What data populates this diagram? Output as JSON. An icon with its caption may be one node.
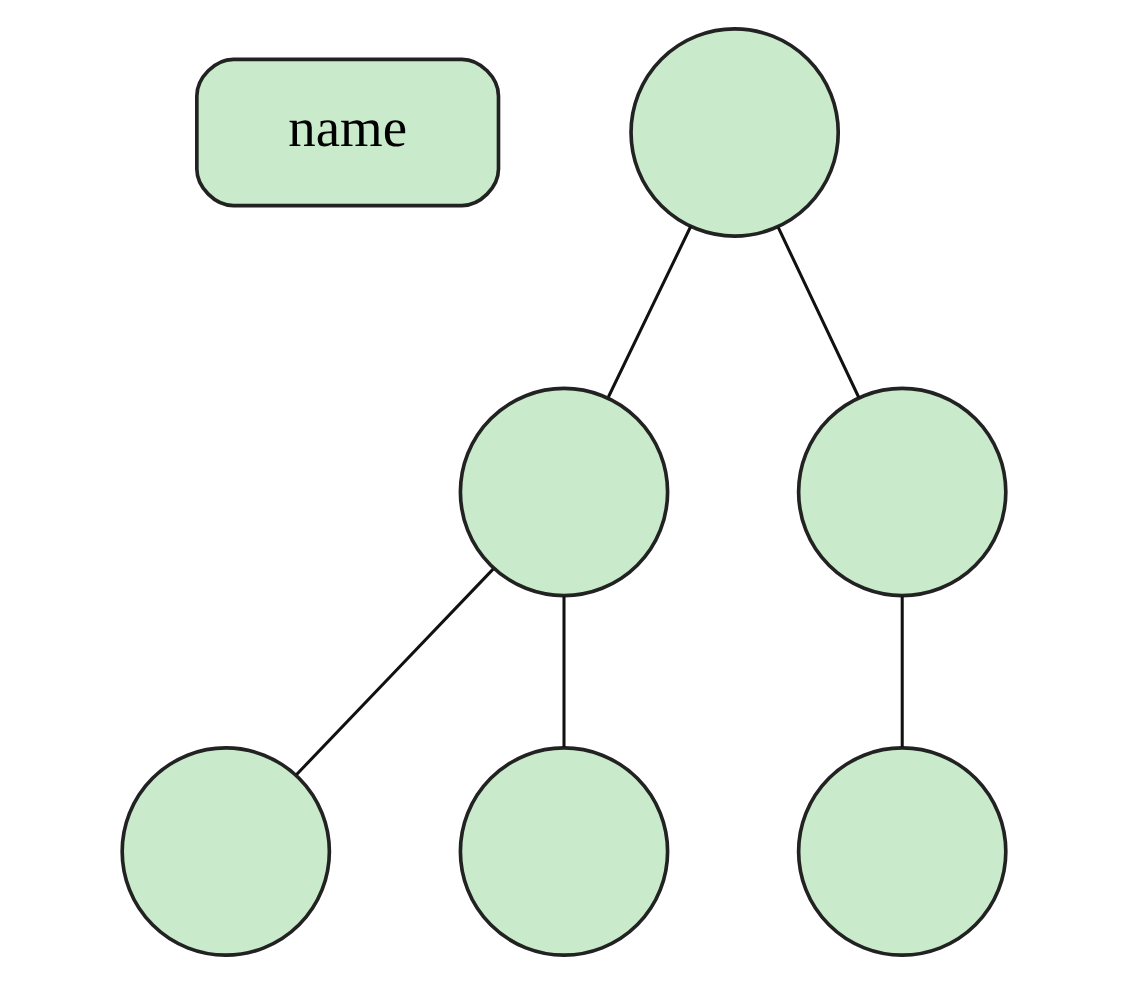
{
  "diagram": {
    "nodes": [
      {
        "text": [
          "name"
        ]
      },
      {
        "text": [],
        "shape": "circle"
      },
      {
        "text": [],
        "shape": "circle"
      },
      {
        "text": [],
        "shape": "circle"
      },
      {
        "text": [],
        "shape": "circle"
      },
      {
        "text": [],
        "shape": "circle"
      },
      {
        "text": [],
        "shape": "circle"
      }
    ],
    "edges": [
      {
        "from": 1,
        "to": 2,
        "arrow": "none"
      },
      {
        "from": 1,
        "to": 3,
        "arrow": "none"
      },
      {
        "from": 2,
        "to": 4,
        "arrow": "none"
      },
      {
        "from": 2,
        "to": 5,
        "arrow": "none"
      },
      {
        "from": 3,
        "to": 6,
        "arrow": "none"
      }
    ]
  }
}
